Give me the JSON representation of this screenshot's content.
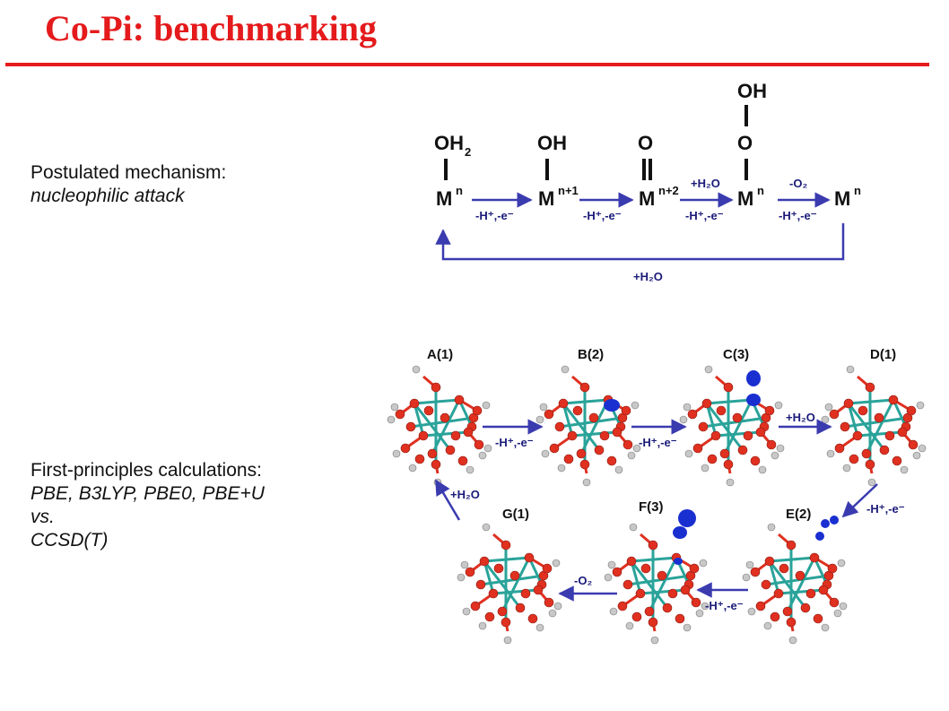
{
  "slide": {
    "title": "Co-Pi: benchmarking"
  },
  "mechanism_text": {
    "line1": "Postulated mechanism:",
    "line2": "nucleophilic attack"
  },
  "calc_text": {
    "line1": "First-principles calculations:",
    "line2": "PBE, B3LYP, PBE0, PBE+U",
    "line3": "vs.",
    "line4": "CCSD(T)"
  },
  "scheme": {
    "species": [
      {
        "ligand": "OH",
        "ligand_sub": "2",
        "bond": "single",
        "metal": "M",
        "ox": "n"
      },
      {
        "ligand": "OH",
        "ligand_sub": "",
        "bond": "single",
        "metal": "M",
        "ox": "n+1"
      },
      {
        "ligand": "O",
        "ligand_sub": "",
        "bond": "double",
        "metal": "M",
        "ox": "n+2"
      },
      {
        "ligand": "O",
        "ligand_sub": "",
        "top": "OH",
        "bond": "single",
        "metal": "M",
        "ox": "n"
      },
      {
        "ligand": "",
        "ligand_sub": "",
        "bond": "none",
        "metal": "M",
        "ox": "n"
      }
    ],
    "step_labels": [
      "-H⁺,-e⁻",
      "-H⁺,-e⁻",
      "-H⁺,-e⁻",
      "-H⁺,-e⁻"
    ],
    "above_labels": [
      "+H₂O",
      "-O₂"
    ],
    "return_label": "+H₂O"
  },
  "cycle": {
    "structures": [
      "A(1)",
      "B(2)",
      "C(3)",
      "D(1)",
      "E(2)",
      "F(3)",
      "G(1)"
    ],
    "arrow_labels": {
      "ab": "-H⁺,-e⁻",
      "bc": "-H⁺,-e⁻",
      "cd": "+H₂O",
      "de": "-H⁺,-e⁻",
      "ef": "-H⁺,-e⁻",
      "fg": "-O₂",
      "ga": "+H₂O"
    }
  },
  "colors": {
    "title": "#e41a1c",
    "arrow": "#3b3bb0",
    "oxygen": "#e03020",
    "cobalt": "#2aa39a",
    "hydrogen": "#c8c8c8",
    "spin_density": "#1a2fd0"
  }
}
